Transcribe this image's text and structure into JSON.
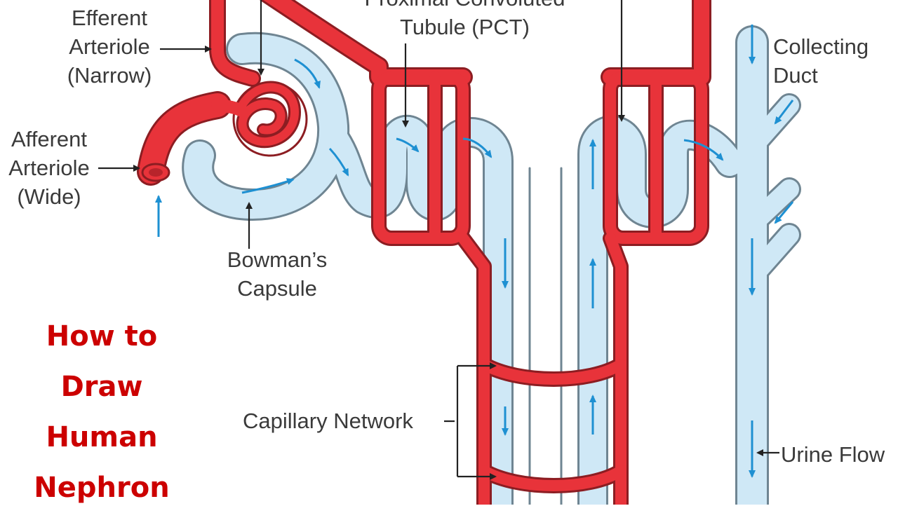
{
  "title_lines": [
    "How to",
    "Draw",
    "Human",
    "Nephron"
  ],
  "labels": {
    "efferent": [
      "Efferent",
      "Arteriole",
      "(Narrow)"
    ],
    "afferent": [
      "Afferent",
      "Arteriole",
      "(Wide)"
    ],
    "pct": [
      "Proximal Convoluted",
      "Tubule (PCT)"
    ],
    "collecting": [
      "Collecting",
      "Duct"
    ],
    "bowman": [
      "Bowman’s",
      "Capsule"
    ],
    "capillary": "Capillary Network",
    "urine": "Urine Flow"
  },
  "colors": {
    "blood_vessel": "#e8333a",
    "vessel_outline": "#8c1d22",
    "tubule_fill": "#cfe8f6",
    "tubule_outline": "#6f8592",
    "flow_arrow": "#1e90d2",
    "title": "#cc0000",
    "label_text": "#3a3a3a"
  }
}
